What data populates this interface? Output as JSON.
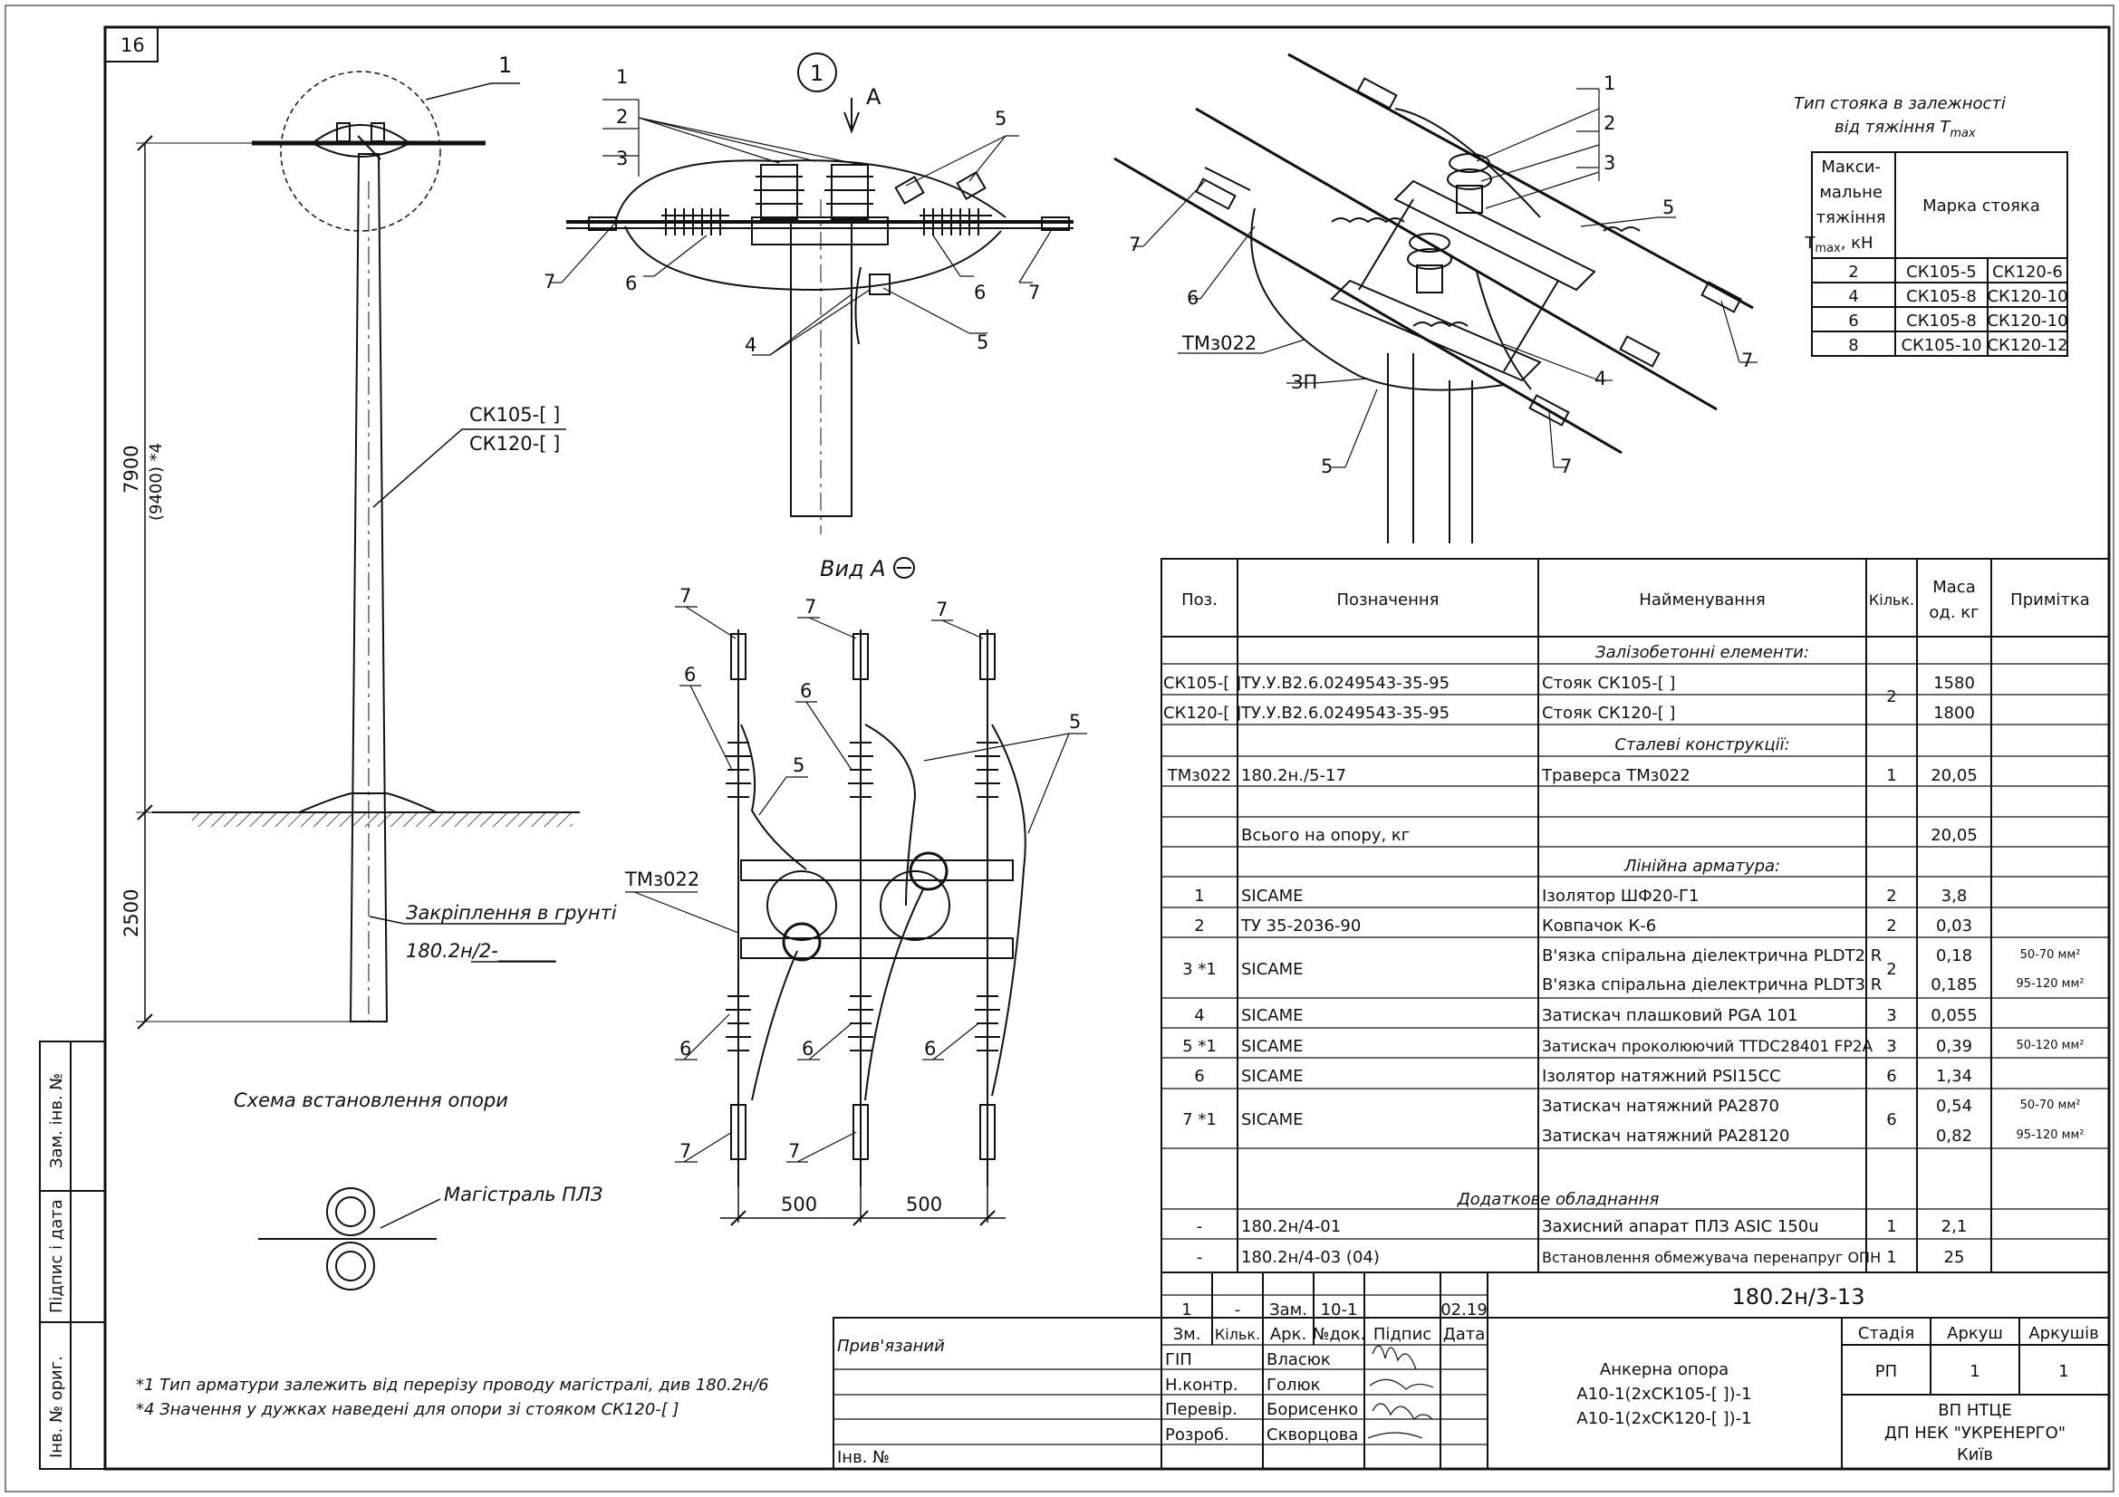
{
  "sheet_number": "16",
  "side_stamps": {
    "inv_zam": "Зам. інв. №",
    "sign_date": "Підпис і дата",
    "inv_orig": "Інв. № ориг."
  },
  "install_scheme": {
    "callout": "1",
    "pole_mark_1": "СК105-[  ]",
    "pole_mark_2": "СК120-[  ]",
    "height_dim": "7900",
    "height_alt": "(9400) *4",
    "depth_dim": "2500",
    "fixing_label": "Закріплення в грунті",
    "fixing_ref": "180.2н/2-______",
    "caption": "Схема встановлення опори",
    "trunk_label": "Магістраль ПЛЗ"
  },
  "detail1": {
    "callout": "1",
    "view_arrow": "A",
    "pos": [
      "1",
      "2",
      "3",
      "4",
      "5",
      "5",
      "6",
      "6",
      "7",
      "7"
    ]
  },
  "view_a": {
    "title": "Вид А",
    "traverse": "ТМз022",
    "pos": [
      "7",
      "7",
      "7",
      "6",
      "6",
      "5",
      "5",
      "6",
      "6",
      "6",
      "7",
      "7"
    ],
    "dim_1": "500",
    "dim_2": "500"
  },
  "iso_view": {
    "pos": [
      "1",
      "2",
      "3",
      "5",
      "7",
      "6",
      "4",
      "5",
      "7",
      "7"
    ],
    "traverse": "ТМз022",
    "ground": "ЗП"
  },
  "type_table": {
    "title_1": "Тип стояка в залежності",
    "title_2": "від тяжіння Т",
    "title_sub": "max",
    "col_1": [
      "Макси-",
      "мальне",
      "тяжіння",
      "Т",
      "max",
      ", кН"
    ],
    "col_2": "Марка стояка",
    "rows": [
      {
        "t": "2",
        "a": "СК105-5",
        "b": "СК120-6"
      },
      {
        "t": "4",
        "a": "СК105-8",
        "b": "СК120-10"
      },
      {
        "t": "6",
        "a": "СК105-8",
        "b": "СК120-10"
      },
      {
        "t": "8",
        "a": "СК105-10",
        "b": "СК120-12"
      }
    ]
  },
  "spec": {
    "headers": {
      "pos": "Поз.",
      "designation": "Позначення",
      "name": "Найменування",
      "qty": "Кільк.",
      "mass_1": "Маса",
      "mass_2": "од. кг",
      "note": "Примітка"
    },
    "section_rc": "Залізобетонні елементи:",
    "section_steel": "Сталеві конструкції:",
    "section_fittings": "Лінійна арматура:",
    "section_extra": "Додаткове обладнання",
    "rows": [
      {
        "pos": "СК105-[  ]",
        "des": "ТУ.У.В2.6.0249543-35-95",
        "name": "Стояк СК105-[         ]",
        "qty": "2",
        "mass": "1580",
        "note": ""
      },
      {
        "pos": "СК120-[  ]",
        "des": "ТУ.У.В2.6.0249543-35-95",
        "name": "Стояк СК120-[         ]",
        "qty": "",
        "mass": "1800",
        "note": ""
      },
      {
        "pos": "ТМз022",
        "des": "180.2н./5-17",
        "name": "Траверса ТМз022",
        "qty": "1",
        "mass": "20,05",
        "note": ""
      },
      {
        "pos": "",
        "des": "Всього на опору, кг",
        "name": "",
        "qty": "",
        "mass": "20,05",
        "note": ""
      },
      {
        "pos": "1",
        "des": "SICAME",
        "name": "Ізолятор ШФ20-Г1",
        "qty": "2",
        "mass": "3,8",
        "note": ""
      },
      {
        "pos": "2",
        "des": "ТУ 35-2036-90",
        "name": "Ковпачок К-6",
        "qty": "2",
        "mass": "0,03",
        "note": ""
      },
      {
        "pos": "3 *1",
        "des": "SICAME",
        "name": "В'язка спіральна діелектрична PLDT2 R",
        "qty": "2",
        "mass": "0,18",
        "note": "50-70 мм²"
      },
      {
        "pos": "",
        "des": "",
        "name": "В'язка спіральна діелектрична PLDT3 R",
        "qty": "",
        "mass": "0,185",
        "note": "95-120 мм²"
      },
      {
        "pos": "4",
        "des": "SICAME",
        "name": "Затискач плашковий PGA 101",
        "qty": "3",
        "mass": "0,055",
        "note": ""
      },
      {
        "pos": "5 *1",
        "des": "SICAME",
        "name": "Затискач проколюючий TTDC28401 FP2A",
        "qty": "3",
        "mass": "0,39",
        "note": "50-120 мм²"
      },
      {
        "pos": "6",
        "des": "SICAME",
        "name": "Ізолятор натяжний PSI15CC",
        "qty": "6",
        "mass": "1,34",
        "note": ""
      },
      {
        "pos": "7 *1",
        "des": "SICAME",
        "name": "Затискач натяжний PA2870",
        "qty": "6",
        "mass": "0,54",
        "note": "50-70 мм²"
      },
      {
        "pos": "",
        "des": "",
        "name": "Затискач натяжний PA28120",
        "qty": "",
        "mass": "0,82",
        "note": "95-120 мм²"
      },
      {
        "pos": "-",
        "des": "180.2н/4-01",
        "name": "Захисний апарат ПЛЗ ASIC 150u",
        "qty": "1",
        "mass": "2,1",
        "note": ""
      },
      {
        "pos": "-",
        "des": "180.2н/4-03 (04)",
        "name": "Встановлення обмежувача перенапруг ОПН",
        "qty": "1",
        "mass": "25",
        "note": ""
      }
    ]
  },
  "title_block": {
    "code": "180.2н/3-13",
    "rev_row": [
      "1",
      "-",
      "Зам.",
      "10-1",
      "",
      "02.19"
    ],
    "header_row": [
      "Зм.",
      "Кільк.",
      "Арк.",
      "№док.",
      "Підпис",
      "Дата"
    ],
    "roles": [
      {
        "role": "ГІП",
        "name": "Власюк"
      },
      {
        "role": "Н.контр.",
        "name": "Голюк"
      },
      {
        "role": "Перевір.",
        "name": "Борисенко"
      },
      {
        "role": "Розроб.",
        "name": "Скворцова"
      }
    ],
    "object_1": "Анкерна опора",
    "object_2": "А10-1(2хСК105-[  ])-1",
    "object_3": "А10-1(2хСК120-[  ])-1",
    "stage_h": "Стадія",
    "sheet_h": "Аркуш",
    "sheets_h": "Аркушів",
    "stage": "РП",
    "sheet": "1",
    "sheets": "1",
    "org_1": "ВП НТЦЕ",
    "org_2": "ДП НЕК \"УКРЕНЕРГО\"",
    "org_3": "Київ",
    "bound": "Прив'язаний",
    "inv": "Інв. №"
  },
  "footnotes": {
    "n1": "*1 Тип арматури залежить від перерізу проводу магістралі, див 180.2н/6",
    "n4": "*4 Значення у дужках наведені для опори зі стояком СК120-[  ]"
  }
}
